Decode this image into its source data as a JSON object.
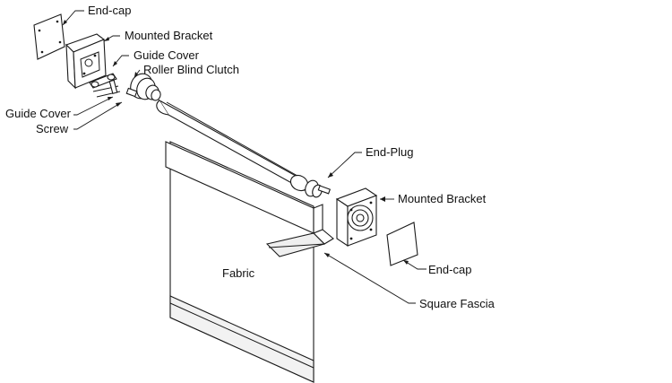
{
  "diagram": {
    "labels": {
      "end_cap_top": "End-cap",
      "mounted_bracket_top": "Mounted Bracket",
      "guide_cover": "Guide Cover",
      "roller_blind_clutch": "Roller Blind Clutch",
      "guide_cover_screw_line1": "Guide Cover",
      "guide_cover_screw_line2": "Screw",
      "end_plug": "End-Plug",
      "mounted_bracket_right": "Mounted Bracket",
      "end_cap_right": "End-cap",
      "fabric": "Fabric",
      "square_fascia": "Square Fascia"
    },
    "colors": {
      "line": "#1a1a1a",
      "fill": "#ffffff",
      "shade": "#dcdcdc"
    }
  }
}
